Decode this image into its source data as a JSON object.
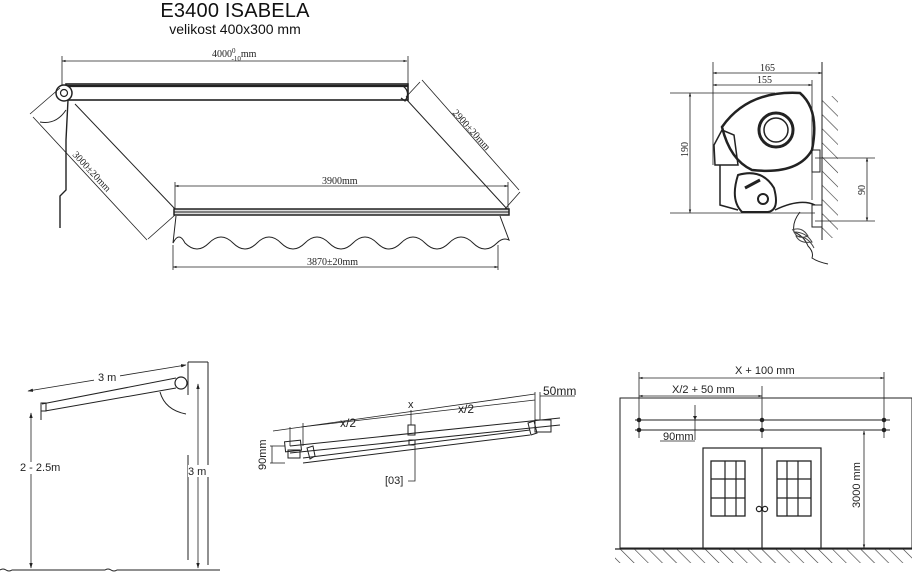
{
  "header": {
    "title": "E3400 ISABELA",
    "subtitle": "velikost 400x300 mm"
  },
  "top_view": {
    "width_label": "4000",
    "width_tol_upper": "0",
    "width_tol_lower": "-10",
    "width_unit": "mm",
    "left_arm_label": "3000±20mm",
    "right_arm_label": "2900±20mm",
    "front_bar_label": "3900mm",
    "valance_label": "3870±20mm"
  },
  "cross_section": {
    "outer_width": "165",
    "inner_width": "155",
    "height": "190",
    "bracket_height": "90"
  },
  "side_view": {
    "projection_label": "3 m",
    "front_height_label": "2 - 2.5m",
    "mount_height_label": "3 m"
  },
  "bracket_view": {
    "total_label": "x",
    "half_left_label": "x/2",
    "half_right_label": "x/2",
    "offset_label": "50mm",
    "height_label": "90mm",
    "part_ref_label": "[03]"
  },
  "wall_view": {
    "total_label": "X + 100 mm",
    "half_label": "X/2 + 50 mm",
    "spacing_label": "90mm",
    "height_label": "3000 mm"
  }
}
